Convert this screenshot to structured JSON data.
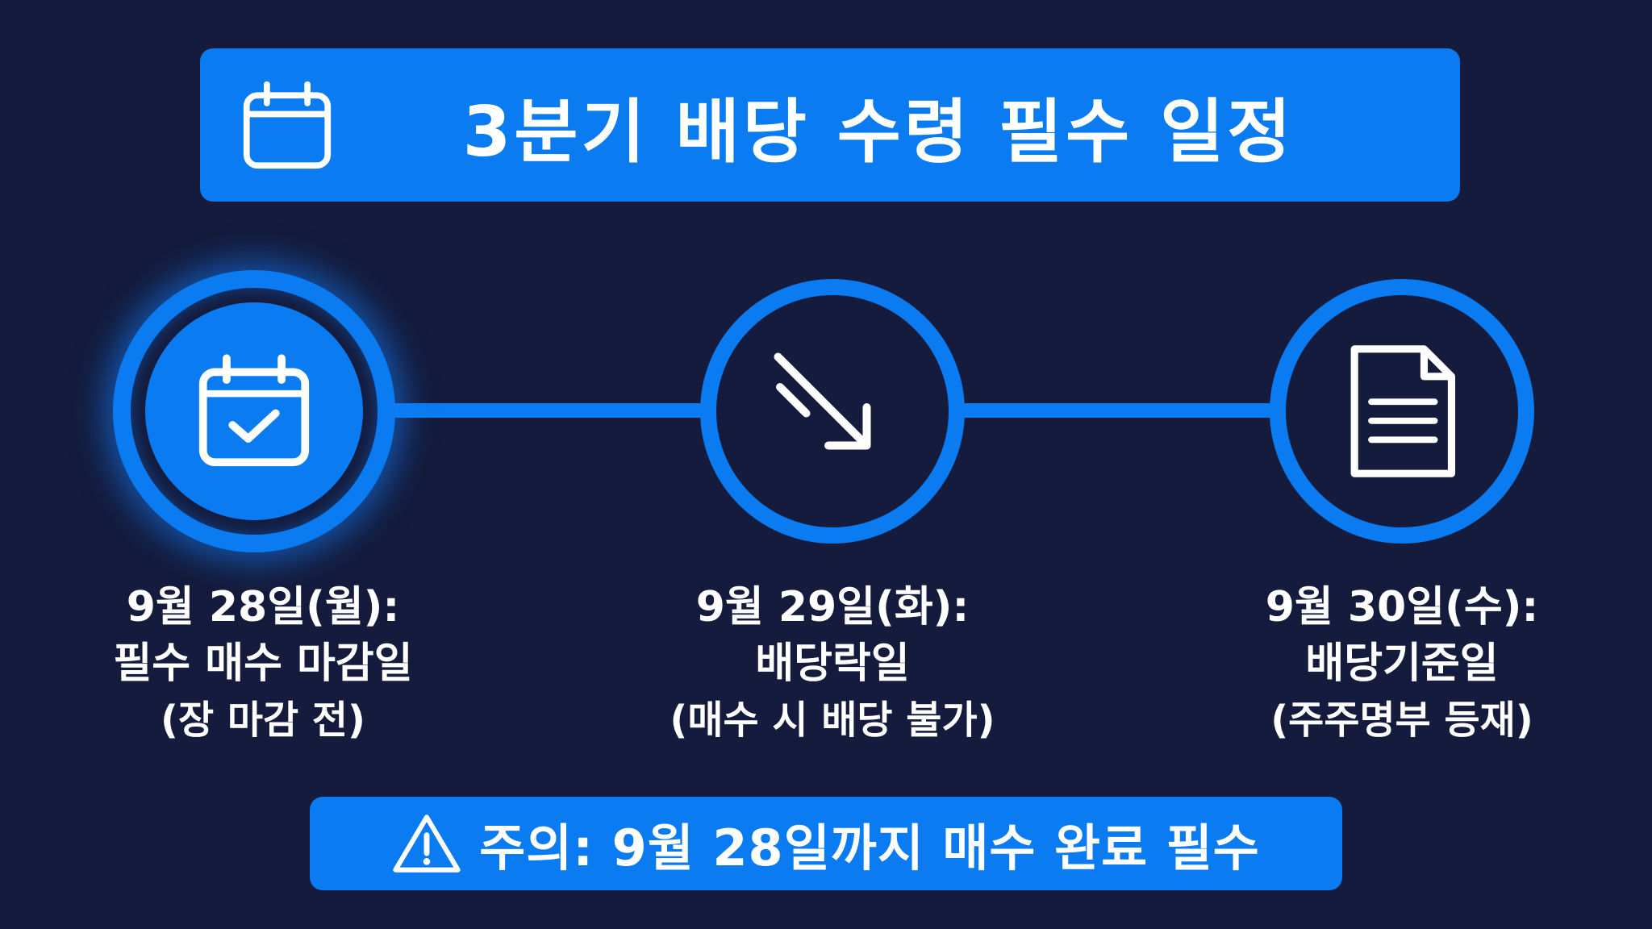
{
  "title": "3분기 배당 수령 필수 일정",
  "colors": {
    "background": "#141b3c",
    "accent": "#0a7bf0",
    "text": "#ffffff"
  },
  "steps": [
    {
      "icon": "calendar-check-icon",
      "date": "9월 28일(월):",
      "name": "필수 매수 마감일",
      "note": "(장 마감 전)",
      "highlighted": true
    },
    {
      "icon": "arrow-down-right-icon",
      "date": "9월 29일(화):",
      "name": "배당락일",
      "note": "(매수 시 배당 불가)"
    },
    {
      "icon": "document-icon",
      "date": "9월 30일(수):",
      "name": "배당기준일",
      "note": "(주주명부 등재)"
    }
  ],
  "warning": {
    "icon": "warning-triangle-icon",
    "text": "주의: 9월 28일까지 매수 완료 필수"
  }
}
